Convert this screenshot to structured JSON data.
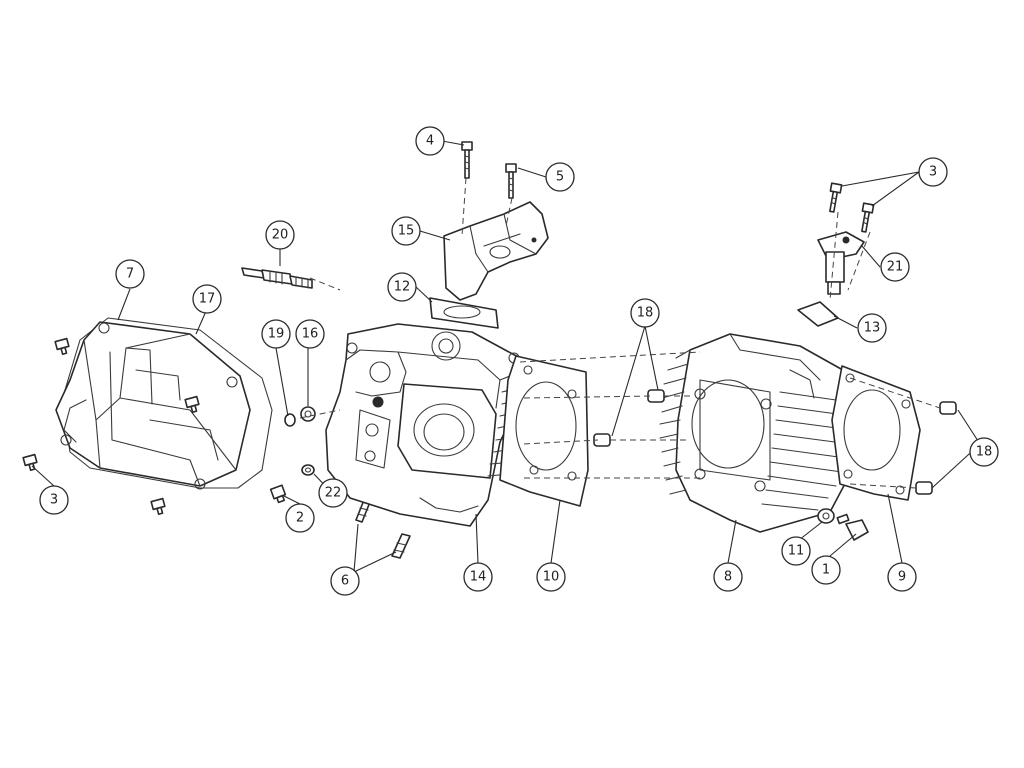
{
  "diagram": {
    "accent_line_color": "#2a2a2a",
    "callouts": [
      {
        "id": "c1",
        "label": "1"
      },
      {
        "id": "c2",
        "label": "2"
      },
      {
        "id": "c3a",
        "label": "3"
      },
      {
        "id": "c3b",
        "label": "3"
      },
      {
        "id": "c4",
        "label": "4"
      },
      {
        "id": "c5",
        "label": "5"
      },
      {
        "id": "c6",
        "label": "6"
      },
      {
        "id": "c7",
        "label": "7"
      },
      {
        "id": "c8",
        "label": "8"
      },
      {
        "id": "c9",
        "label": "9"
      },
      {
        "id": "c10",
        "label": "10"
      },
      {
        "id": "c11",
        "label": "11"
      },
      {
        "id": "c12",
        "label": "12"
      },
      {
        "id": "c13",
        "label": "13"
      },
      {
        "id": "c14",
        "label": "14"
      },
      {
        "id": "c15",
        "label": "15"
      },
      {
        "id": "c16",
        "label": "16"
      },
      {
        "id": "c17",
        "label": "17"
      },
      {
        "id": "c18a",
        "label": "18"
      },
      {
        "id": "c18b",
        "label": "18"
      },
      {
        "id": "c19",
        "label": "19"
      },
      {
        "id": "c20",
        "label": "20"
      },
      {
        "id": "c21",
        "label": "21"
      },
      {
        "id": "c22",
        "label": "22"
      }
    ]
  }
}
